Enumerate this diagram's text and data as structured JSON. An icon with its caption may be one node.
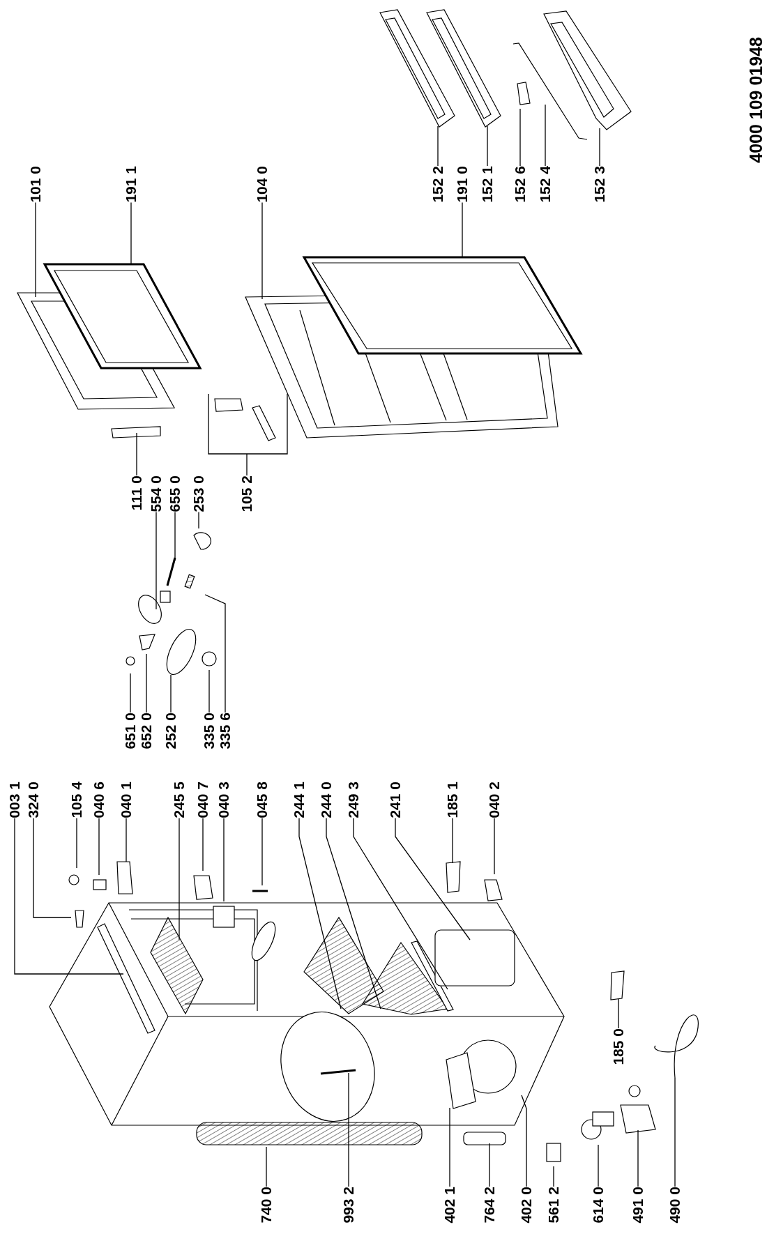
{
  "diagram": {
    "nodes": [
      {
        "text": [
          "101 0"
        ]
      },
      {
        "text": [
          "191 1"
        ]
      },
      {
        "text": [
          "104 0"
        ]
      },
      {
        "text": [
          "152 2"
        ]
      },
      {
        "text": [
          "191 0"
        ]
      },
      {
        "text": [
          "152 1"
        ]
      },
      {
        "text": [
          "152 6"
        ]
      },
      {
        "text": [
          "152 4"
        ]
      },
      {
        "text": [
          "152 3"
        ]
      },
      {
        "text": [
          "111 0"
        ]
      },
      {
        "text": [
          "554 0"
        ]
      },
      {
        "text": [
          "655 0"
        ]
      },
      {
        "text": [
          "253 0"
        ]
      },
      {
        "text": [
          "105 2"
        ]
      },
      {
        "text": [
          "651 0"
        ]
      },
      {
        "text": [
          "652 0"
        ]
      },
      {
        "text": [
          "252 0"
        ]
      },
      {
        "text": [
          "335 0"
        ]
      },
      {
        "text": [
          "335 6"
        ]
      },
      {
        "text": [
          "003 1"
        ]
      },
      {
        "text": [
          "324 0"
        ]
      },
      {
        "text": [
          "105 4"
        ]
      },
      {
        "text": [
          "040 6"
        ]
      },
      {
        "text": [
          "040 1"
        ]
      },
      {
        "text": [
          "245 5"
        ]
      },
      {
        "text": [
          "040 7"
        ]
      },
      {
        "text": [
          "040 3"
        ]
      },
      {
        "text": [
          "045 8"
        ]
      },
      {
        "text": [
          "244 1"
        ]
      },
      {
        "text": [
          "244 0"
        ]
      },
      {
        "text": [
          "249 3"
        ]
      },
      {
        "text": [
          "241 0"
        ]
      },
      {
        "text": [
          "185 1"
        ]
      },
      {
        "text": [
          "040 2"
        ]
      },
      {
        "text": [
          "185 0"
        ]
      },
      {
        "text": [
          "740 0"
        ]
      },
      {
        "text": [
          "993 2"
        ]
      },
      {
        "text": [
          "402 1"
        ]
      },
      {
        "text": [
          "764 2"
        ]
      },
      {
        "text": [
          "402 0"
        ]
      },
      {
        "text": [
          "561 2"
        ]
      },
      {
        "text": [
          "614 0"
        ]
      },
      {
        "text": [
          "491 0"
        ]
      },
      {
        "text": [
          "490 0"
        ]
      }
    ],
    "edges": [
      {
        "from": 0,
        "to": null,
        "arrow": "none"
      },
      {
        "from": 1,
        "to": null,
        "arrow": "none"
      },
      {
        "from": 2,
        "to": null,
        "arrow": "none"
      },
      {
        "from": 3,
        "to": null,
        "arrow": "none"
      },
      {
        "from": 4,
        "to": null,
        "arrow": "none"
      },
      {
        "from": 5,
        "to": null,
        "arrow": "none"
      },
      {
        "from": 6,
        "to": null,
        "arrow": "none"
      },
      {
        "from": 7,
        "to": null,
        "arrow": "none"
      },
      {
        "from": 8,
        "to": null,
        "arrow": "none"
      },
      {
        "from": 9,
        "to": null,
        "arrow": "none"
      },
      {
        "from": 10,
        "to": null,
        "arrow": "none"
      },
      {
        "from": 11,
        "to": null,
        "arrow": "none"
      },
      {
        "from": 12,
        "to": null,
        "arrow": "none"
      },
      {
        "from": 13,
        "to": null,
        "arrow": "none"
      },
      {
        "from": 14,
        "to": null,
        "arrow": "none"
      },
      {
        "from": 15,
        "to": null,
        "arrow": "none"
      },
      {
        "from": 16,
        "to": null,
        "arrow": "none"
      },
      {
        "from": 17,
        "to": null,
        "arrow": "none"
      },
      {
        "from": 18,
        "to": null,
        "arrow": "none"
      },
      {
        "from": 19,
        "to": null,
        "arrow": "none"
      },
      {
        "from": 20,
        "to": null,
        "arrow": "none"
      },
      {
        "from": 21,
        "to": null,
        "arrow": "none"
      },
      {
        "from": 22,
        "to": null,
        "arrow": "none"
      },
      {
        "from": 23,
        "to": null,
        "arrow": "none"
      },
      {
        "from": 24,
        "to": null,
        "arrow": "none"
      },
      {
        "from": 25,
        "to": null,
        "arrow": "none"
      },
      {
        "from": 26,
        "to": null,
        "arrow": "none"
      },
      {
        "from": 27,
        "to": null,
        "arrow": "none"
      },
      {
        "from": 28,
        "to": null,
        "arrow": "none"
      },
      {
        "from": 29,
        "to": null,
        "arrow": "none"
      },
      {
        "from": 30,
        "to": null,
        "arrow": "none"
      },
      {
        "from": 31,
        "to": null,
        "arrow": "none"
      },
      {
        "from": 32,
        "to": null,
        "arrow": "none"
      },
      {
        "from": 33,
        "to": null,
        "arrow": "none"
      },
      {
        "from": 34,
        "to": null,
        "arrow": "none"
      },
      {
        "from": 35,
        "to": null,
        "arrow": "none"
      },
      {
        "from": 36,
        "to": null,
        "arrow": "none"
      },
      {
        "from": 37,
        "to": null,
        "arrow": "none"
      },
      {
        "from": 38,
        "to": null,
        "arrow": "none"
      },
      {
        "from": 39,
        "to": null,
        "arrow": "none"
      },
      {
        "from": 40,
        "to": null,
        "arrow": "none"
      },
      {
        "from": 41,
        "to": null,
        "arrow": "none"
      },
      {
        "from": 42,
        "to": null,
        "arrow": "none"
      },
      {
        "from": 43,
        "to": null,
        "arrow": "none"
      }
    ],
    "labels": [
      "4000 109 01948"
    ]
  }
}
